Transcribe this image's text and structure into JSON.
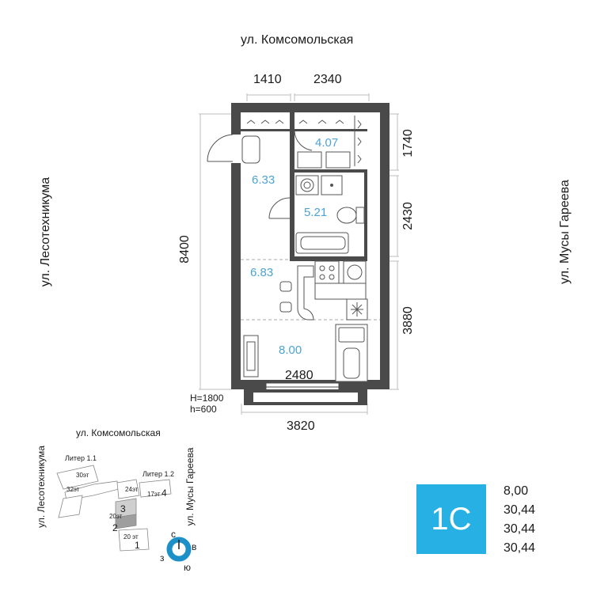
{
  "streets": {
    "top": "ул. Комсомольская",
    "left": "ул. Лесотехникума",
    "right": "ул. Мусы Гареева"
  },
  "dimensions": {
    "top_left": "1410",
    "top_right": "2340",
    "left_total": "8400",
    "right_upper": "1740",
    "right_middle": "2430",
    "right_lower": "3880",
    "bottom_inner": "2480",
    "bottom_total": "3820",
    "window_h_upper": "H=1800",
    "window_h_lower": "h=600"
  },
  "rooms": {
    "wardrobe": "4.07",
    "hall": "6.33",
    "bathroom": "5.21",
    "kitchen": "6.83",
    "living": "8.00"
  },
  "site_plan": {
    "street_top": "ул. Комсомольская",
    "street_left": "ул. Лесотехникума",
    "street_right": "ул. Мусы Гареева",
    "liter_1_1": "Литер 1.1",
    "liter_1_2": "Литер 1.2",
    "floors_30": "30эт",
    "floors_32": "32эт",
    "floors_24": "24эт",
    "floors_17": "17эт",
    "floors_20a": "20эт",
    "floors_20b": "20 эт",
    "section_1": "1",
    "section_2": "2",
    "section_3": "3",
    "section_4": "4"
  },
  "compass": {
    "north": "с",
    "east": "в",
    "south": "ю",
    "west": "з",
    "accent": "#1e90c8"
  },
  "badge": {
    "label": "1С",
    "color": "#27b0e3"
  },
  "areas": [
    "8,00",
    "30,44",
    "30,44",
    "30,44"
  ]
}
